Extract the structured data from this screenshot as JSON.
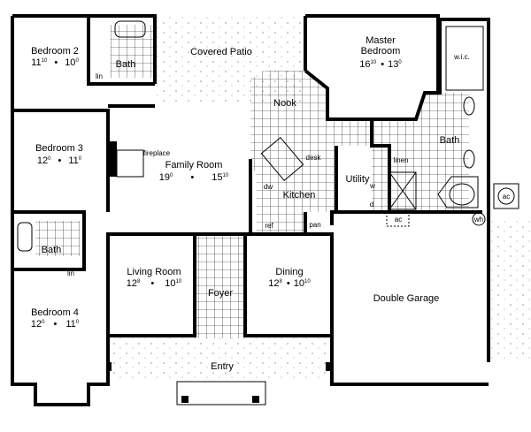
{
  "rooms": {
    "bedroom2": {
      "name": "Bedroom 2",
      "w_ft": "11",
      "w_in": "10",
      "d_ft": "10",
      "d_in": "0"
    },
    "bedroom3": {
      "name": "Bedroom 3",
      "w_ft": "12",
      "w_in": "0",
      "d_ft": "11",
      "d_in": "0"
    },
    "bedroom4": {
      "name": "Bedroom 4",
      "w_ft": "12",
      "w_in": "0",
      "d_ft": "11",
      "d_in": "0"
    },
    "master": {
      "name1": "Master",
      "name2": "Bedroom",
      "w_ft": "16",
      "w_in": "10",
      "d_ft": "13",
      "d_in": "0"
    },
    "family": {
      "name": "Family Room",
      "w_ft": "19",
      "w_in": "0",
      "d_ft": "15",
      "d_in": "10"
    },
    "living": {
      "name": "Living Room",
      "w_ft": "12",
      "w_in": "8",
      "d_ft": "10",
      "d_in": "10"
    },
    "dining": {
      "name": "Dining",
      "w_ft": "12",
      "w_in": "8",
      "d_ft": "10",
      "d_in": "10"
    }
  },
  "labels": {
    "covered_patio": "Covered  Patio",
    "bath": "Bath",
    "lin": "lin",
    "nook": "Nook",
    "wic": "w.i.c.",
    "linen": "linen",
    "desk": "desk",
    "utility": "Utility",
    "w": "w",
    "d": "d",
    "kitchen": "Kitchen",
    "dw": "dw",
    "ref": "ref",
    "pan": "pan",
    "ac": "ac",
    "wh": "wh",
    "fireplace": "fireplace",
    "foyer": "Foyer",
    "garage": "Double Garage",
    "entry": "Entry"
  },
  "separator": "•"
}
